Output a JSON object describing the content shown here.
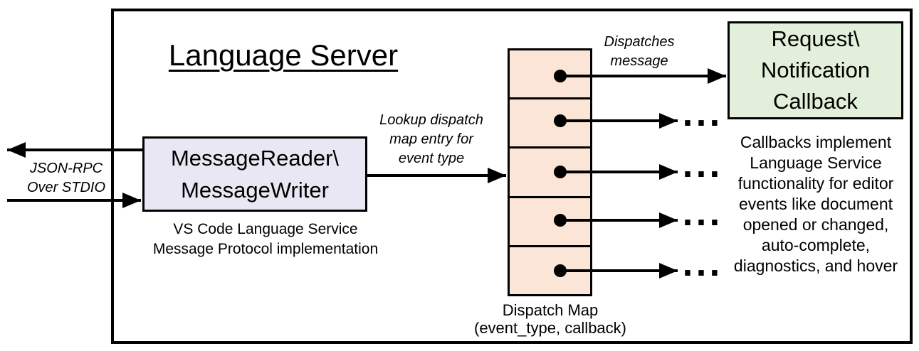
{
  "diagram": {
    "title": "Language Server",
    "io_label": {
      "lines": [
        "JSON-RPC",
        "Over STDIO"
      ]
    },
    "reader_box": {
      "lines": [
        "MessageReader\\",
        "MessageWriter"
      ]
    },
    "reader_caption": {
      "lines": [
        "VS Code Language Service",
        "Message Protocol implementation"
      ]
    },
    "lookup_label": {
      "lines": [
        "Lookup dispatch",
        "map entry for",
        "event type"
      ]
    },
    "dispatches_label": {
      "lines": [
        "Dispatches",
        "message"
      ]
    },
    "callback_box": {
      "lines": [
        "Request\\",
        "Notification",
        "Callback"
      ]
    },
    "map_caption": {
      "lines": [
        "Dispatch Map",
        "(event_type, callback)"
      ]
    },
    "callbacks_note": {
      "lines": [
        "Callbacks implement",
        "Language Service",
        "functionality for editor",
        "events like document",
        "opened or changed,",
        "auto-complete,",
        "diagnostics, and hover"
      ]
    },
    "ellipsis": "...",
    "colors": {
      "reader_fill": "#E9E7F3",
      "map_fill": "#FBE5D6",
      "callback_fill": "#E2EFDA",
      "line": "#000000"
    }
  }
}
